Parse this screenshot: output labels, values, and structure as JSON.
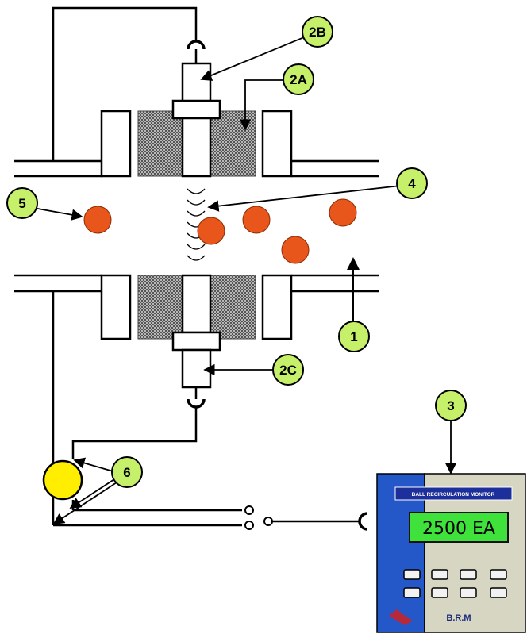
{
  "callouts": {
    "c1": "1",
    "c2A": "2A",
    "c2B": "2B",
    "c2C": "2C",
    "c3": "3",
    "c4": "4",
    "c5": "5",
    "c6": "6"
  },
  "monitor": {
    "title": "BALL RECIRCULATION  MONITOR",
    "display": "2500 EA",
    "brand": "B.R.M"
  },
  "colors": {
    "ball": "#e8561c",
    "callout_fill": "#c6f06a",
    "monitor_left_panel": "#2457c8",
    "monitor_right_panel": "#d6d6c2",
    "display_fill": "#3ee23a",
    "sensor_indicator": "#ffee00",
    "coil_hatch": "#9a9a9a"
  }
}
